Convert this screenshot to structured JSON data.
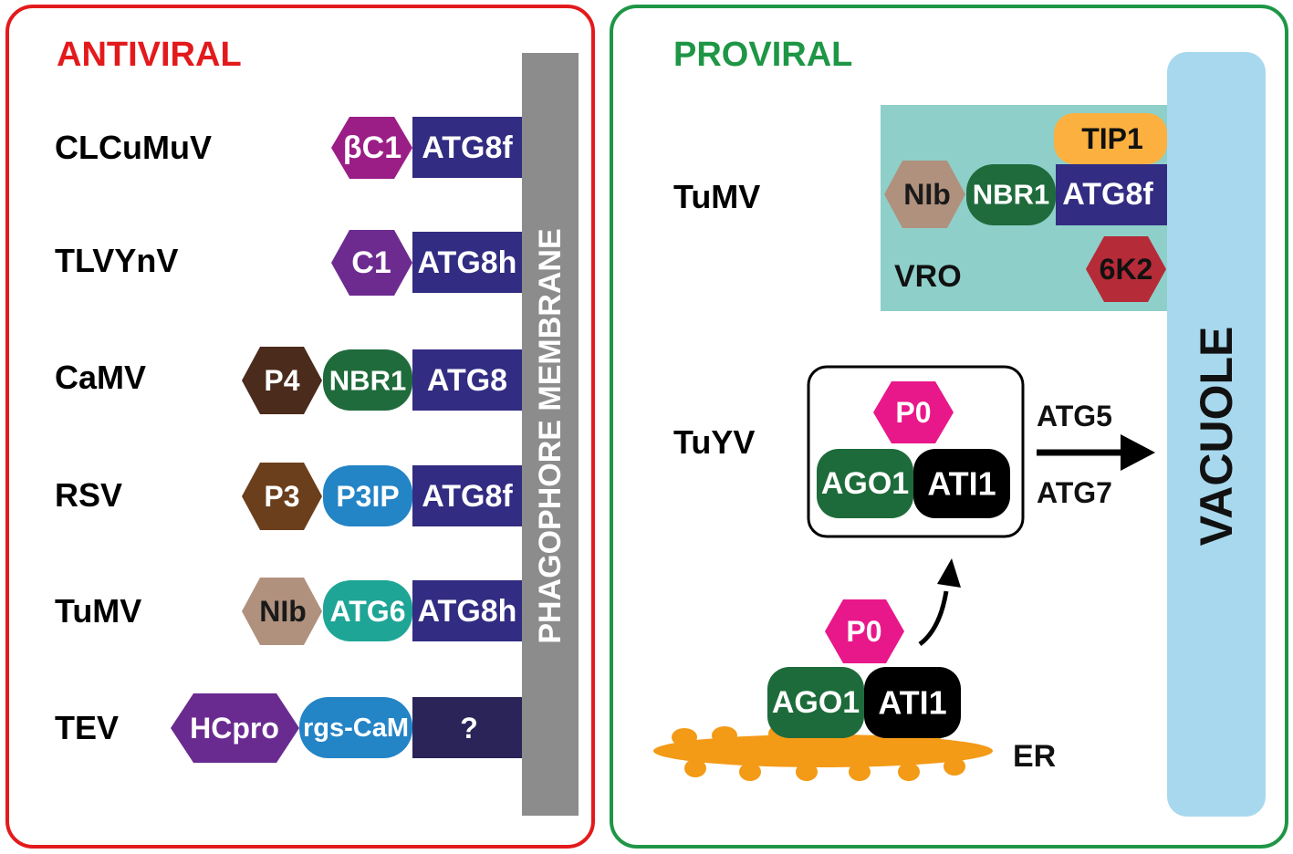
{
  "colors": {
    "antiviral_border": "#e31a1c",
    "proviral_border": "#1e9646",
    "antiviral_title": "#e31a1c",
    "proviral_title": "#1e9646",
    "membrane": "#8c8c8c",
    "vacuole": "#a8d8ee",
    "vro": "#8ecfc9",
    "atg8": "#322c82",
    "tev_unknown": "#2a2458",
    "betaC1": "#9b1e86",
    "c1": "#6d2b90",
    "brown_hex": "#4a2b1c",
    "p3_hex": "#6b3f1c",
    "nib_hex": "#b0917d",
    "nbr1": "#1f6b3c",
    "p3ip": "#2384c6",
    "atg6": "#1ea596",
    "hcpro": "#6a2b91",
    "rgscam": "#2384c6",
    "tip1": "#fbb040",
    "sixk2": "#b52b37",
    "p0": "#e8178a",
    "ago1": "#1d6b3a",
    "ati1": "#000000",
    "er": "#f39a16"
  },
  "antiviral": {
    "title": "ANTIVIRAL",
    "membrane_label": "PHAGOPHORE MEMBRANE",
    "rows": [
      {
        "virus": "CLCuMuV",
        "proteins": [
          "βC1",
          "ATG8f"
        ]
      },
      {
        "virus": "TLVYnV",
        "proteins": [
          "C1",
          "ATG8h"
        ]
      },
      {
        "virus": "CaMV",
        "proteins": [
          "P4",
          "NBR1",
          "ATG8"
        ]
      },
      {
        "virus": "RSV",
        "proteins": [
          "P3",
          "P3IP",
          "ATG8f"
        ]
      },
      {
        "virus": "TuMV",
        "proteins": [
          "NIb",
          "ATG6",
          "ATG8h"
        ]
      },
      {
        "virus": "TEV",
        "proteins": [
          "HCpro",
          "rgs-CaM",
          "?"
        ]
      }
    ]
  },
  "proviral": {
    "title": "PROVIRAL",
    "vacuole_label": "VACUOLE",
    "tumv": {
      "virus": "TuMV",
      "vro_label": "VRO",
      "proteins": {
        "tip1": "TIP1",
        "nib": "NIb",
        "nbr1": "NBR1",
        "atg8f": "ATG8f",
        "k6k2": "6K2"
      }
    },
    "tuyv": {
      "virus": "TuYV",
      "box_proteins": {
        "p0": "P0",
        "ago1": "AGO1",
        "ati1": "ATI1"
      },
      "arrow_top": "ATG5",
      "arrow_bottom": "ATG7",
      "er_proteins": {
        "p0": "P0",
        "ago1": "AGO1",
        "ati1": "ATI1"
      },
      "er_label": "ER"
    }
  }
}
